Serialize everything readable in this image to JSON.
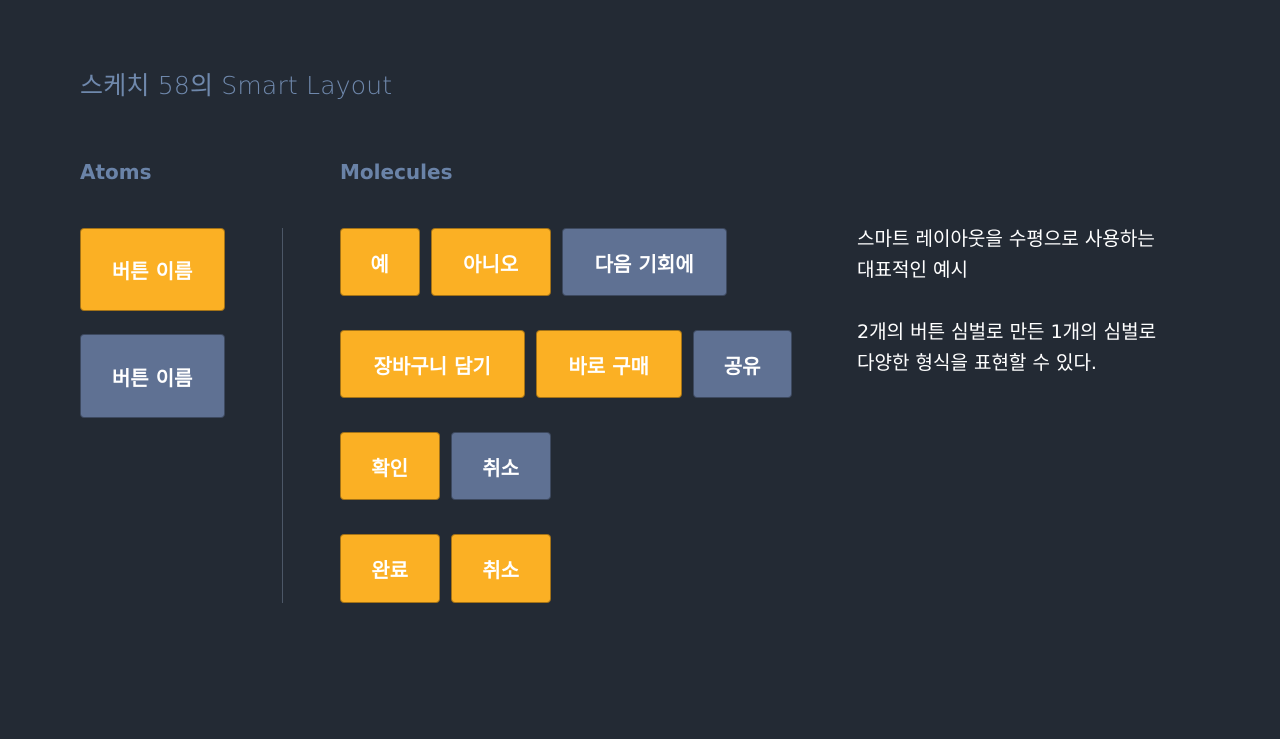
{
  "page": {
    "title": "스케치 58의 Smart Layout"
  },
  "atoms": {
    "label": "Atoms",
    "buttons": [
      {
        "label": "버튼 이름",
        "variant": "primary"
      },
      {
        "label": "버튼 이름",
        "variant": "secondary"
      }
    ]
  },
  "molecules": {
    "label": "Molecules",
    "rows": [
      [
        {
          "label": "예",
          "variant": "primary"
        },
        {
          "label": "아니오",
          "variant": "primary"
        },
        {
          "label": "다음 기회에",
          "variant": "secondary"
        }
      ],
      [
        {
          "label": "장바구니 담기",
          "variant": "primary"
        },
        {
          "label": "바로 구매",
          "variant": "primary"
        },
        {
          "label": "공유",
          "variant": "secondary"
        }
      ],
      [
        {
          "label": "확인",
          "variant": "primary"
        },
        {
          "label": "취소",
          "variant": "secondary"
        }
      ],
      [
        {
          "label": "완료",
          "variant": "primary"
        },
        {
          "label": "취소",
          "variant": "primary"
        }
      ]
    ]
  },
  "description": {
    "paragraph1_line1": "스마트 레이아웃을 수평으로 사용하는",
    "paragraph1_line2": "대표적인 예시",
    "paragraph2_line1": "2개의 버튼 심벌로 만든 1개의 심벌로",
    "paragraph2_line2": "다양한 형식을 표현할 수 있다."
  },
  "colors": {
    "background": "#232a34",
    "primary": "#fbb024",
    "secondary": "#5f7193",
    "label": "#6a83a8"
  }
}
